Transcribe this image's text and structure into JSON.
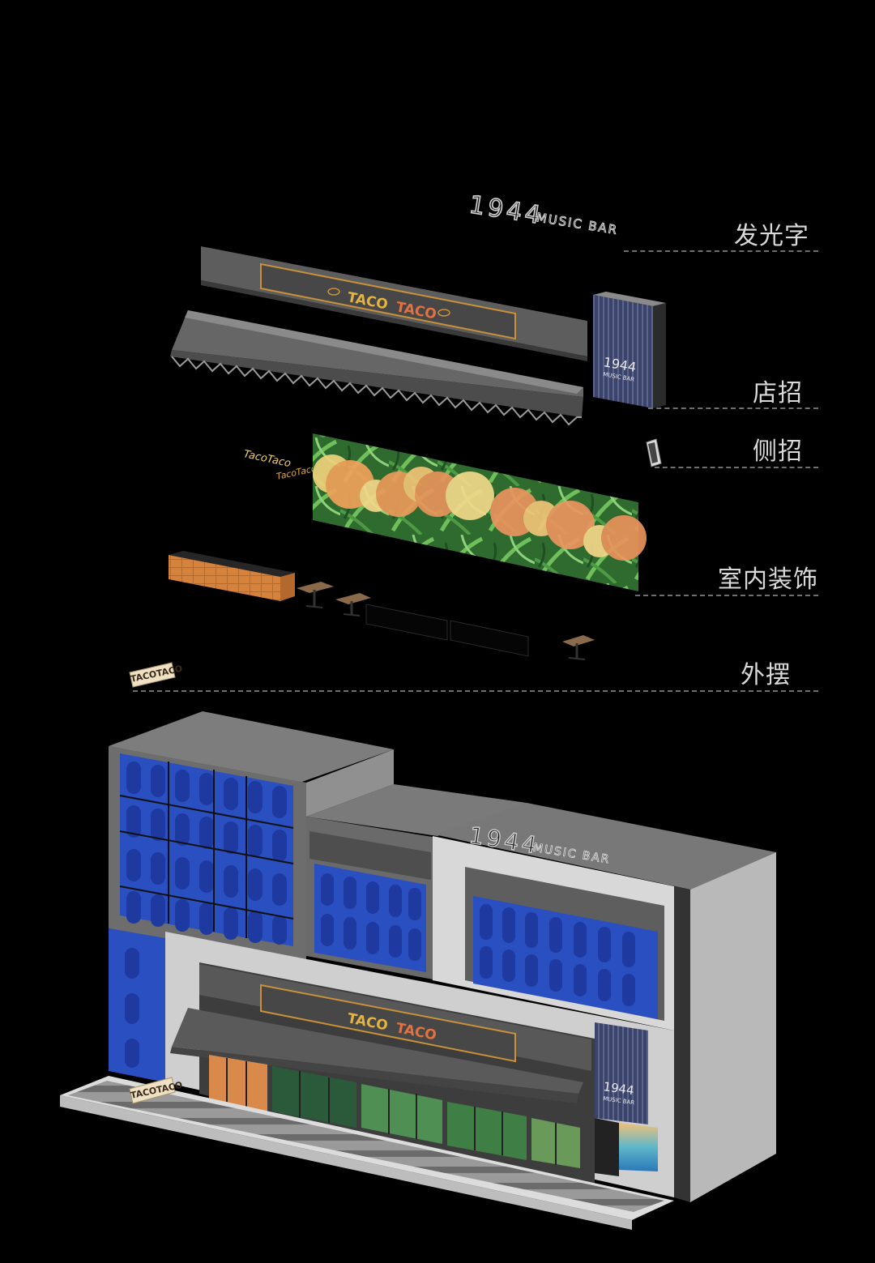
{
  "layers": [
    {
      "label": "发光字"
    },
    {
      "label": "店招"
    },
    {
      "label": "侧招"
    },
    {
      "label": "室内装饰"
    },
    {
      "label": "外摆"
    }
  ],
  "signs": {
    "bar_name_big": "1944",
    "bar_name_small": "MUSIC BAR",
    "bar_vertical_big": "1944",
    "bar_vertical_small": "MUSIC BAR",
    "taco_left": "TACO",
    "taco_right": "TACO",
    "neon_script": "TacoTaco",
    "neon_script_mirror": "TacoTaco",
    "standee_text": "TACOTACO"
  },
  "colors": {
    "background": "#000000",
    "facade_blue": "#2a4fc0",
    "dark_gray": "#4a4a4a",
    "mid_gray": "#7a7a7a",
    "light_gray": "#bdbdbd",
    "gold": "#d9a441",
    "orange": "#e08a3a",
    "leaf_green": "#3c8a3c"
  }
}
